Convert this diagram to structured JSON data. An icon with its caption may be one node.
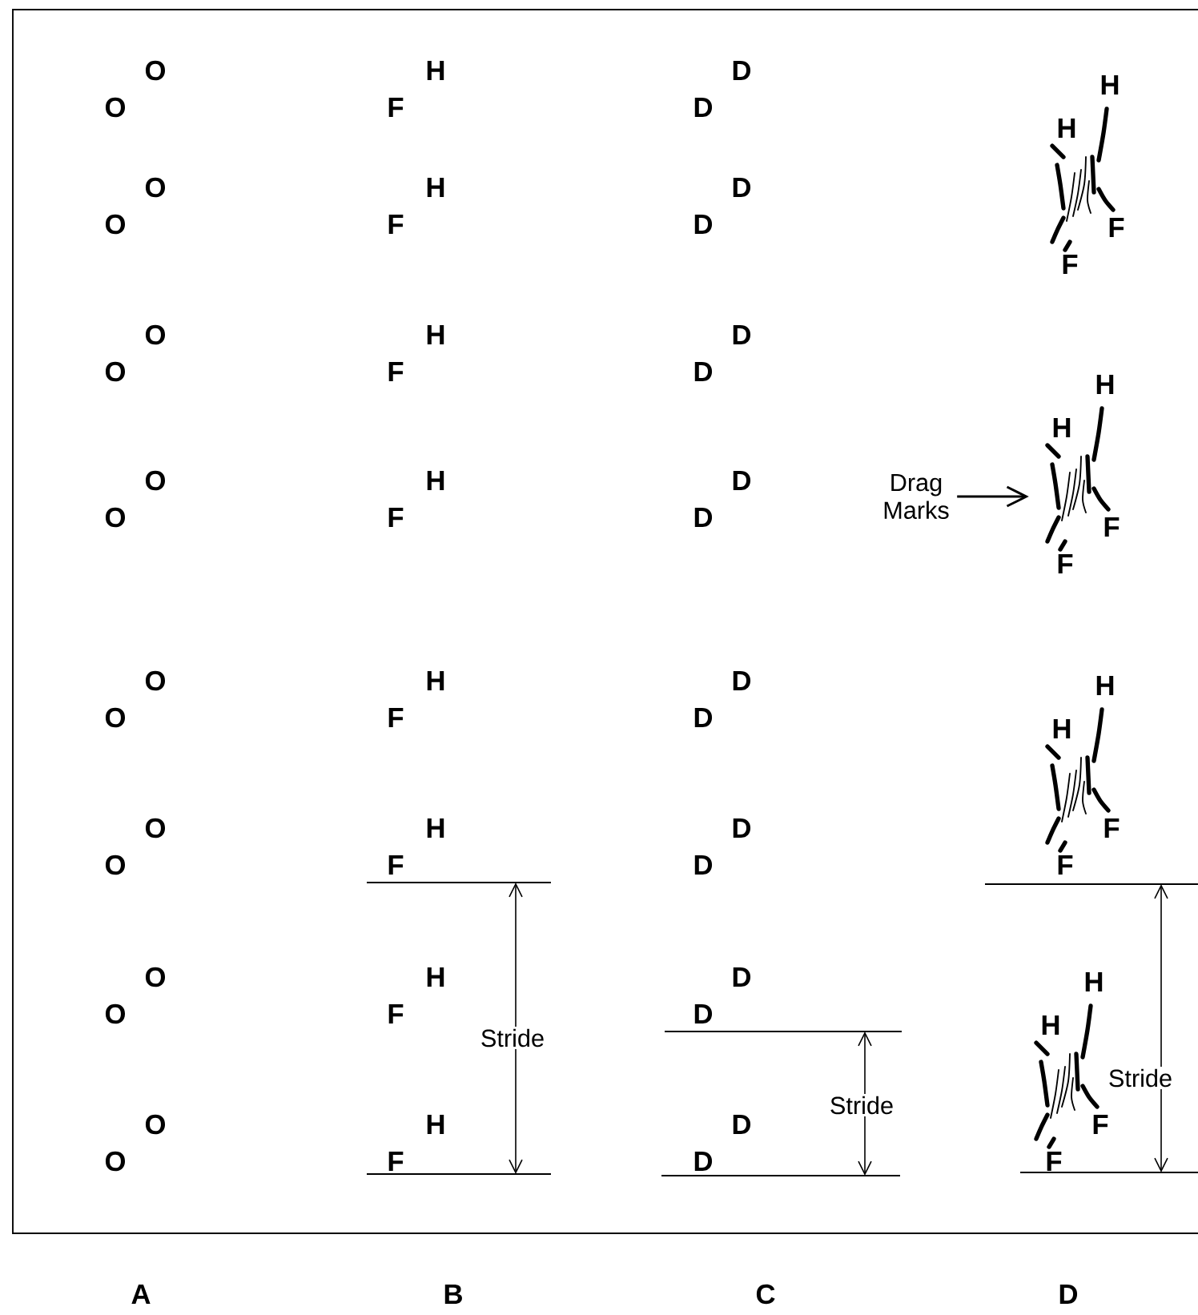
{
  "diagram": {
    "nodes": [
      {
        "text": [
          "Drag Marks"
        ]
      },
      {
        "text": [],
        "shape": "picture"
      }
    ],
    "edges": [
      {
        "from": 0,
        "to": 1,
        "arrow": "to"
      }
    ],
    "labels": [
      "O",
      "O",
      "O",
      "O",
      "O",
      "O",
      "O",
      "O",
      "O",
      "O",
      "O",
      "O",
      "O",
      "O",
      "O",
      "O",
      "H",
      "F",
      "H",
      "F",
      "H",
      "F",
      "H",
      "F",
      "H",
      "F",
      "H",
      "F",
      "H",
      "F",
      "H",
      "F",
      "D",
      "D",
      "D",
      "D",
      "D",
      "D",
      "D",
      "D",
      "D",
      "D",
      "D",
      "D",
      "D",
      "D",
      "D",
      "D",
      "H",
      "H",
      "F",
      "F",
      "H",
      "H",
      "F",
      "F",
      "H",
      "H",
      "F",
      "F",
      "H",
      "H",
      "F",
      "F",
      "Stride",
      "Stride",
      "Stride",
      "A",
      "B",
      "C",
      "D"
    ]
  }
}
